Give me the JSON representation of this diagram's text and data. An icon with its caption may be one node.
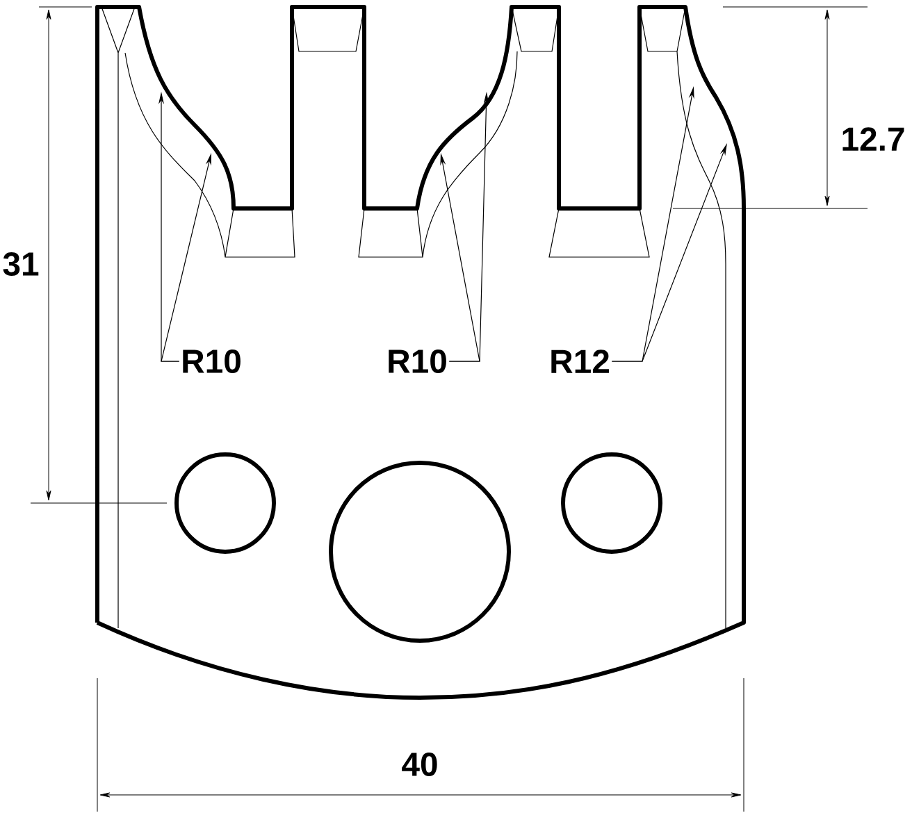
{
  "diagram": {
    "nodes": [
      {
        "text": [
          "R10"
        ]
      },
      {
        "text": [
          "R10"
        ]
      },
      {
        "text": [
          "R12"
        ]
      }
    ],
    "edges": [
      {
        "from": 0,
        "to": null,
        "arrow": "to"
      },
      {
        "from": 0,
        "to": null,
        "arrow": "to"
      },
      {
        "from": 1,
        "to": null,
        "arrow": "to"
      },
      {
        "from": 1,
        "to": null,
        "arrow": "to"
      },
      {
        "from": 2,
        "to": null,
        "arrow": "to"
      },
      {
        "from": 2,
        "to": null,
        "arrow": "to"
      }
    ],
    "labels": [
      "31",
      "12.7",
      "40"
    ]
  }
}
